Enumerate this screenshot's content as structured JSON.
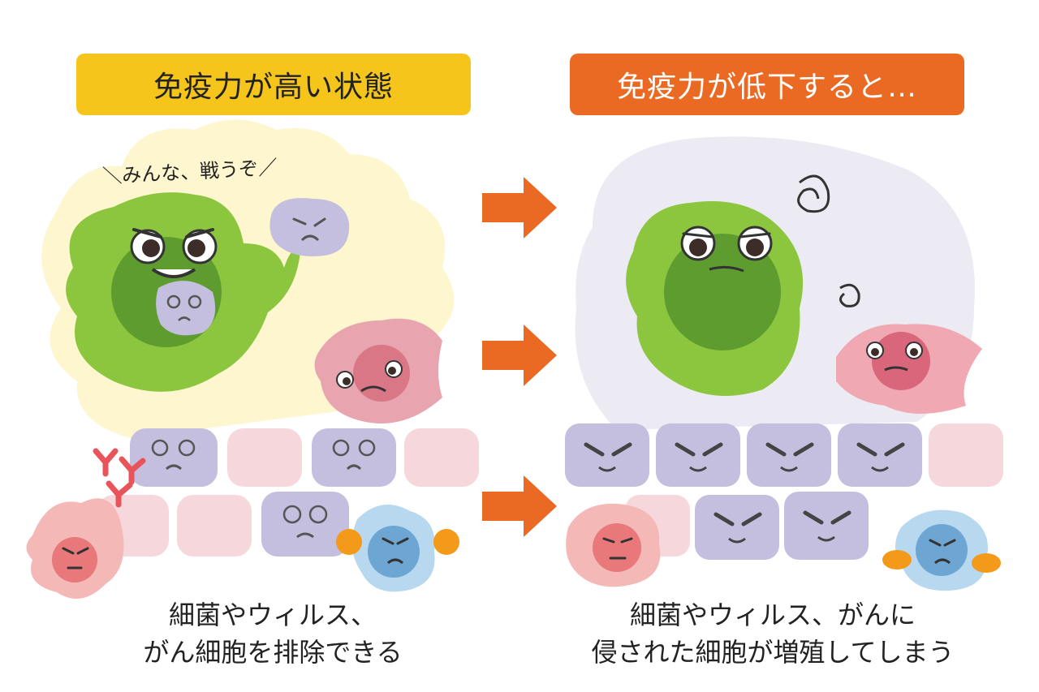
{
  "left_panel": {
    "title": "免疫力が高い状態",
    "shout": "＼みんな、戦うぞ／",
    "caption_line1": "細菌やウィルス、",
    "caption_line2": "がん細胞を排除できる"
  },
  "right_panel": {
    "title": "免疫力が低下すると…",
    "caption_line1": "細菌やウィルス、がんに",
    "caption_line2": "侵された細胞が増殖してしまう"
  },
  "colors": {
    "yellow_title": "#f5c51c",
    "orange_title": "#eb6a23",
    "arrow": "#eb6a23",
    "green_cell": "#8cc63f",
    "pink_cell": "#e8909b",
    "purple_cell": "#c4bedf",
    "blue_cell": "#9cc7e2",
    "light_pink_cell": "#f6d8dc"
  }
}
